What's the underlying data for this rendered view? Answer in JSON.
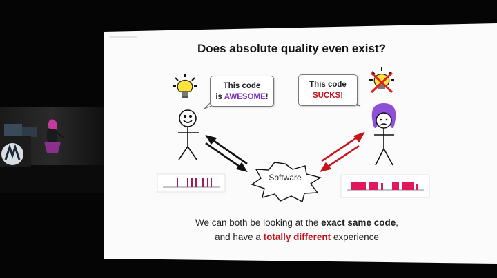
{
  "slide": {
    "title": "Does absolute quality even exist?",
    "bubble_left": {
      "line1": "This code",
      "prefix": "is ",
      "highlight": "AWESOME",
      "suffix": "!"
    },
    "bubble_right": {
      "line1": "This code",
      "highlight": "SUCKS",
      "suffix": "!"
    },
    "center_label": "Software",
    "caption": {
      "line1_prefix": "We can both be looking at the ",
      "line1_bold": "exact same code",
      "line1_suffix": ",",
      "line2_prefix": "and have a ",
      "line2_bold": "totally different",
      "line2_suffix": " experience"
    }
  },
  "colors": {
    "accent_purple": "#7b2fbe",
    "accent_red": "#c4161c",
    "timeline_pink": "#e0185c",
    "bulb_yellow": "#ffe23a",
    "hair_purple": "#8f4fd6"
  },
  "icons": [
    "lightbulb-icon",
    "crossed-out-lightbulb-icon",
    "stick-figure-smiling",
    "stick-figure-frowning",
    "starburst-shape",
    "logo-icon"
  ]
}
